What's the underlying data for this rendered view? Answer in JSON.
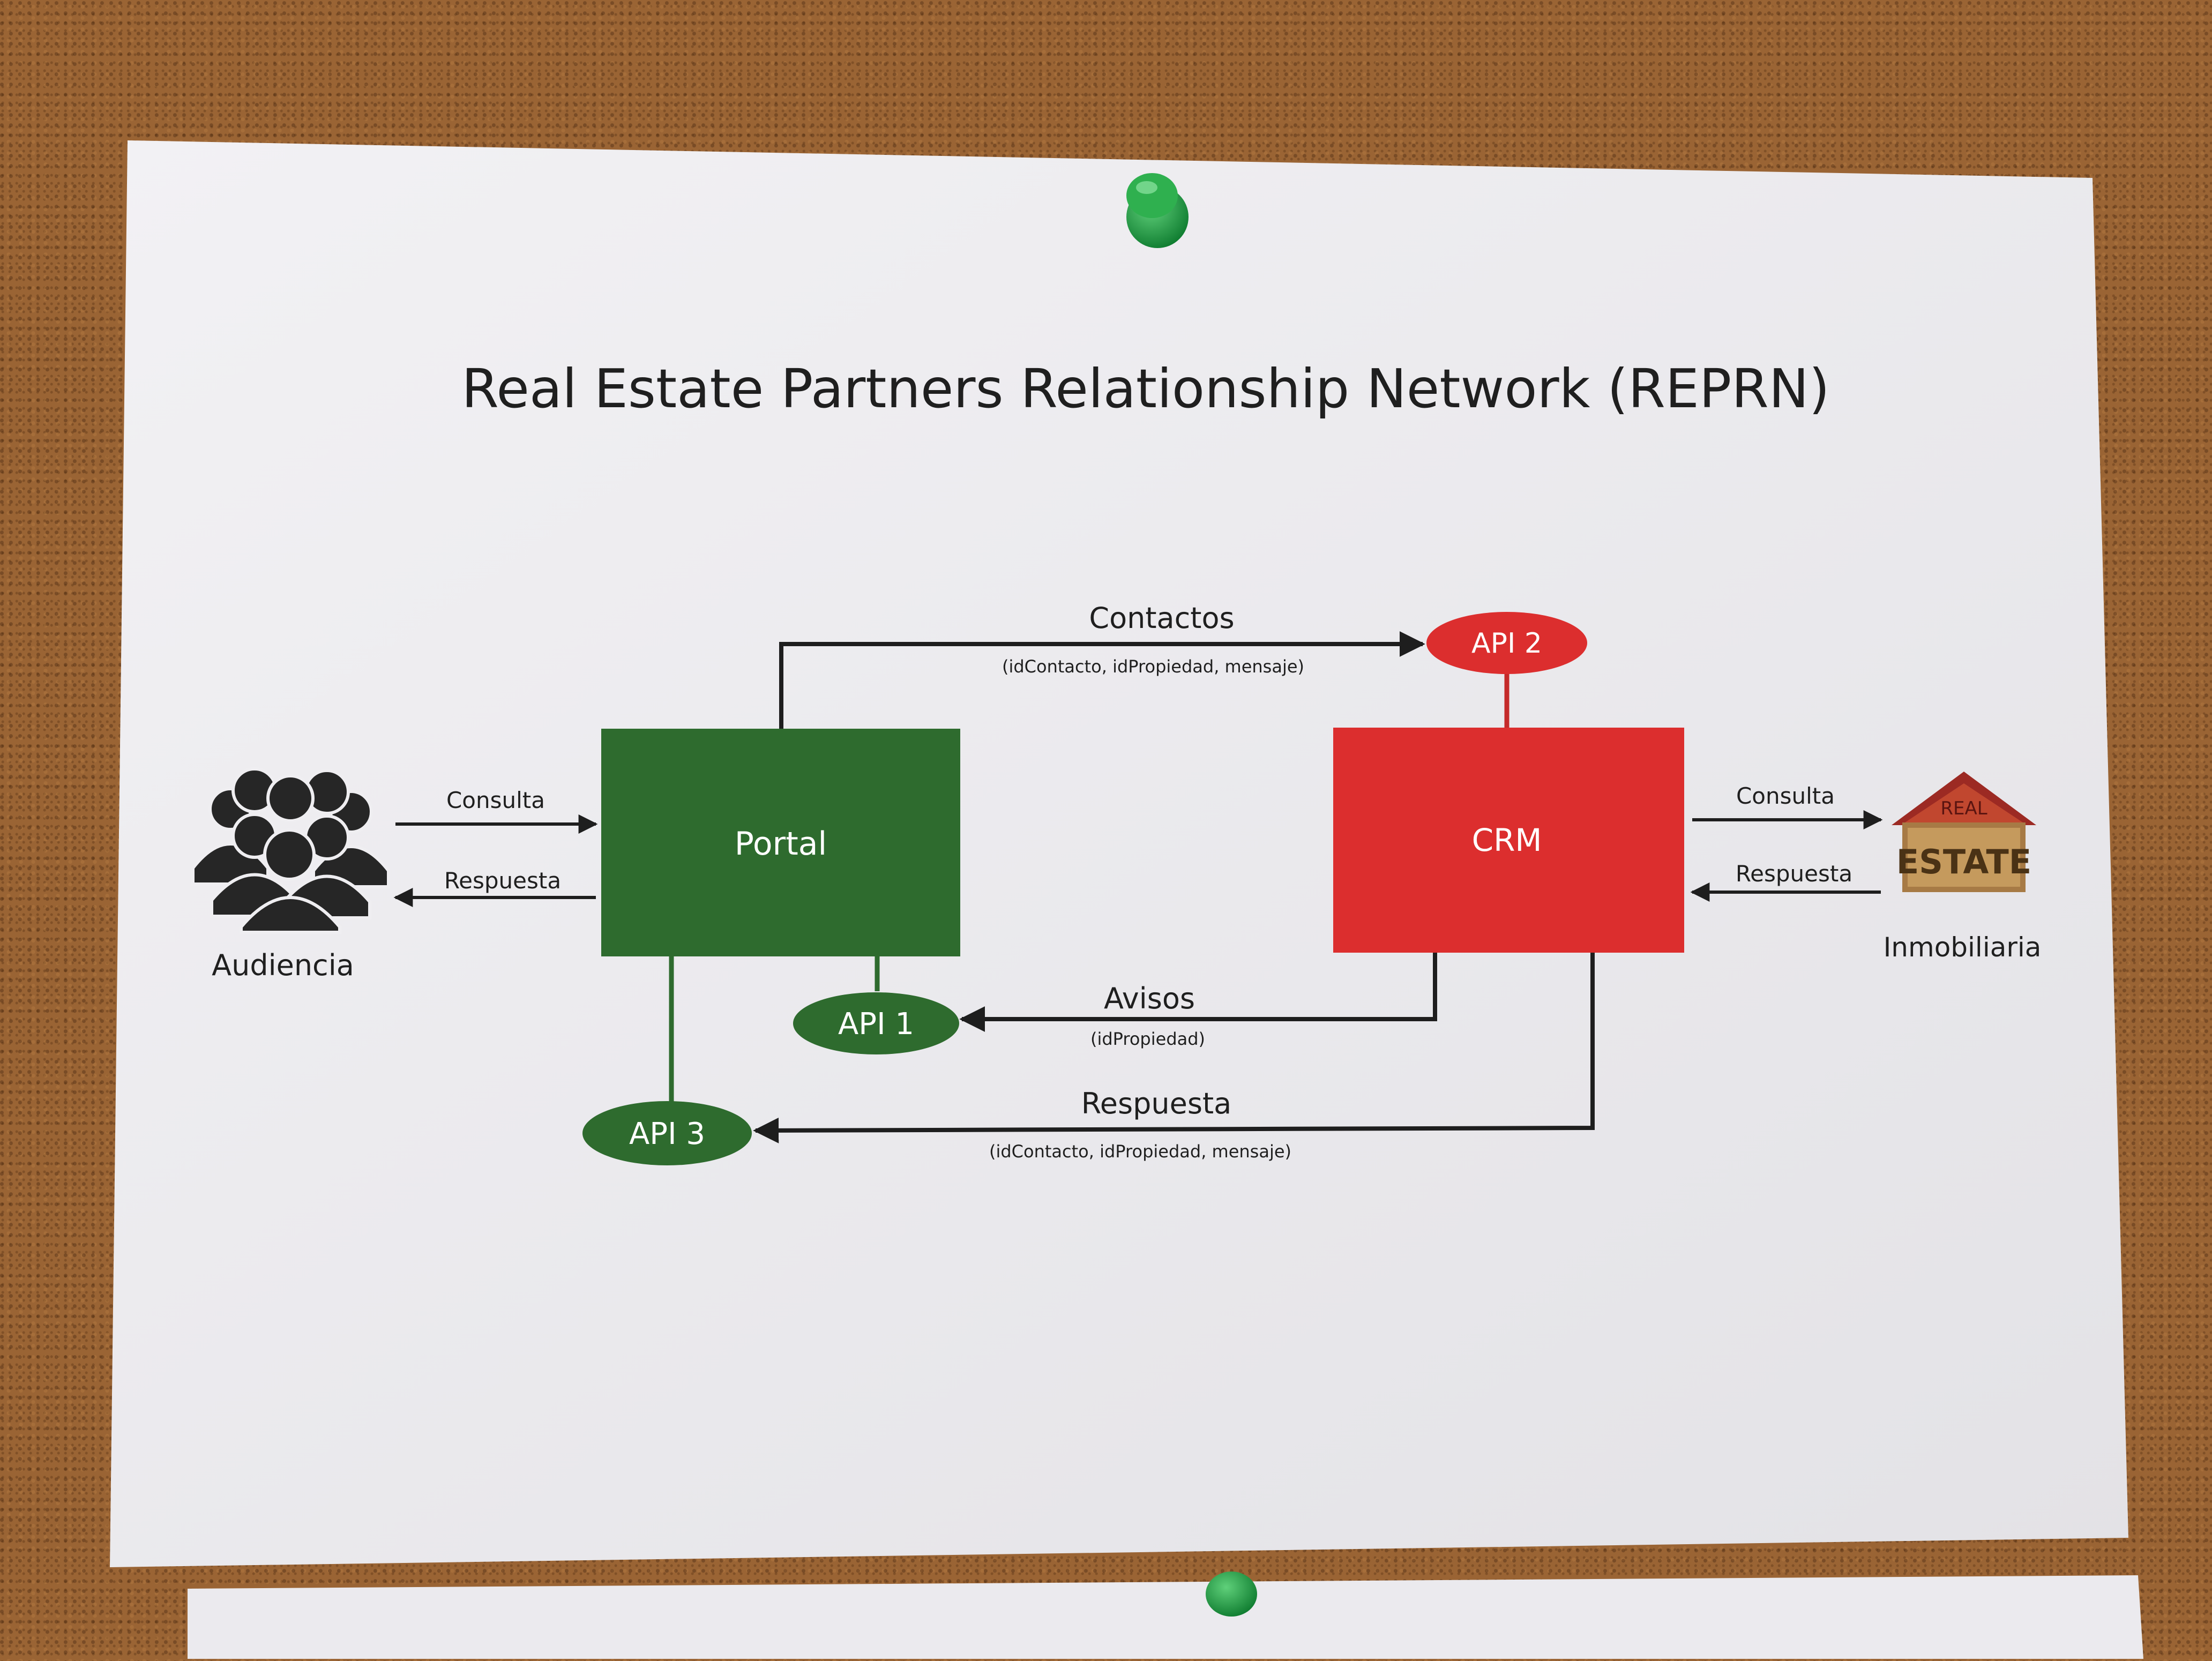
{
  "title": "Real Estate Partners Relationship Network (REPRN)",
  "nodes": {
    "portal": "Portal",
    "crm": "CRM",
    "api1": "API 1",
    "api2": "API 2",
    "api3": "API 3",
    "audiencia": "Audiencia",
    "inmobiliaria": "Inmobiliaria",
    "house_sign_top": "REAL",
    "house_sign_bottom": "ESTATE"
  },
  "edges": {
    "contactos": {
      "label": "Contactos",
      "sub": "(idContacto, idPropiedad, mensaje)"
    },
    "avisos": {
      "label": "Avisos",
      "sub": "(idPropiedad)"
    },
    "respuesta_bottom": {
      "label": "Respuesta",
      "sub": "(idContacto, idPropiedad, mensaje)"
    },
    "left_consulta": "Consulta",
    "left_respuesta": "Respuesta",
    "right_consulta": "Consulta",
    "right_respuesta": "Respuesta"
  },
  "colors": {
    "green": "#2e6b2e",
    "red": "#dc2e2e",
    "text": "#222222",
    "paper": "#ecebed"
  }
}
